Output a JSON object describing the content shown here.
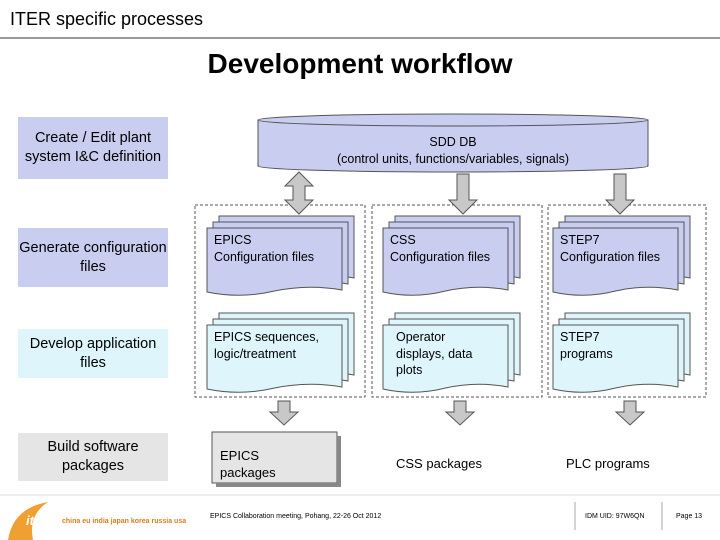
{
  "header": {
    "title": "ITER specific processes"
  },
  "main": {
    "title": "Development workflow"
  },
  "steps": [
    {
      "label": "Create / Edit plant system I&C definition",
      "color": "#c9cdef"
    },
    {
      "label": "Generate configuration files",
      "color": "#c9cdef"
    },
    {
      "label": "Develop application files",
      "color": "#ddf5fb"
    },
    {
      "label": "Build software packages",
      "color": "#e5e5e5"
    }
  ],
  "database": {
    "line1": "SDD DB",
    "line2": "(control units, functions/variables, signals)",
    "color": "#c9cdef"
  },
  "columns": [
    {
      "config": {
        "line1": "EPICS",
        "line2": "Configuration files"
      },
      "app": {
        "line1": "EPICS sequences,",
        "line2": "logic/treatment",
        "line3": ""
      },
      "package": {
        "line1": "EPICS",
        "line2": "packages"
      }
    },
    {
      "config": {
        "line1": "CSS",
        "line2": "Configuration files"
      },
      "app": {
        "line1": "Operator",
        "line2": "displays, data",
        "line3": "plots"
      },
      "package": {
        "line1": "CSS packages",
        "line2": ""
      }
    },
    {
      "config": {
        "line1": "STEP7",
        "line2": "Configuration files"
      },
      "app": {
        "line1": "STEP7",
        "line2": "programs",
        "line3": ""
      },
      "package": {
        "line1": "PLC programs",
        "line2": ""
      }
    }
  ],
  "colors": {
    "config_doc": "#c9cdef",
    "app_doc": "#ddf5fb",
    "package_box": "#e5e5e5",
    "arrow": "#c8c8c8",
    "logo": "#f0a030"
  },
  "footer": {
    "conference": "EPICS Collaboration meeting, Pohang, 22-26 Oct 2012",
    "idm": "IDM UID: 97W6QN",
    "page": "Page 13",
    "countries": "china eu india japan korea russia usa",
    "logo_text": "iter"
  }
}
